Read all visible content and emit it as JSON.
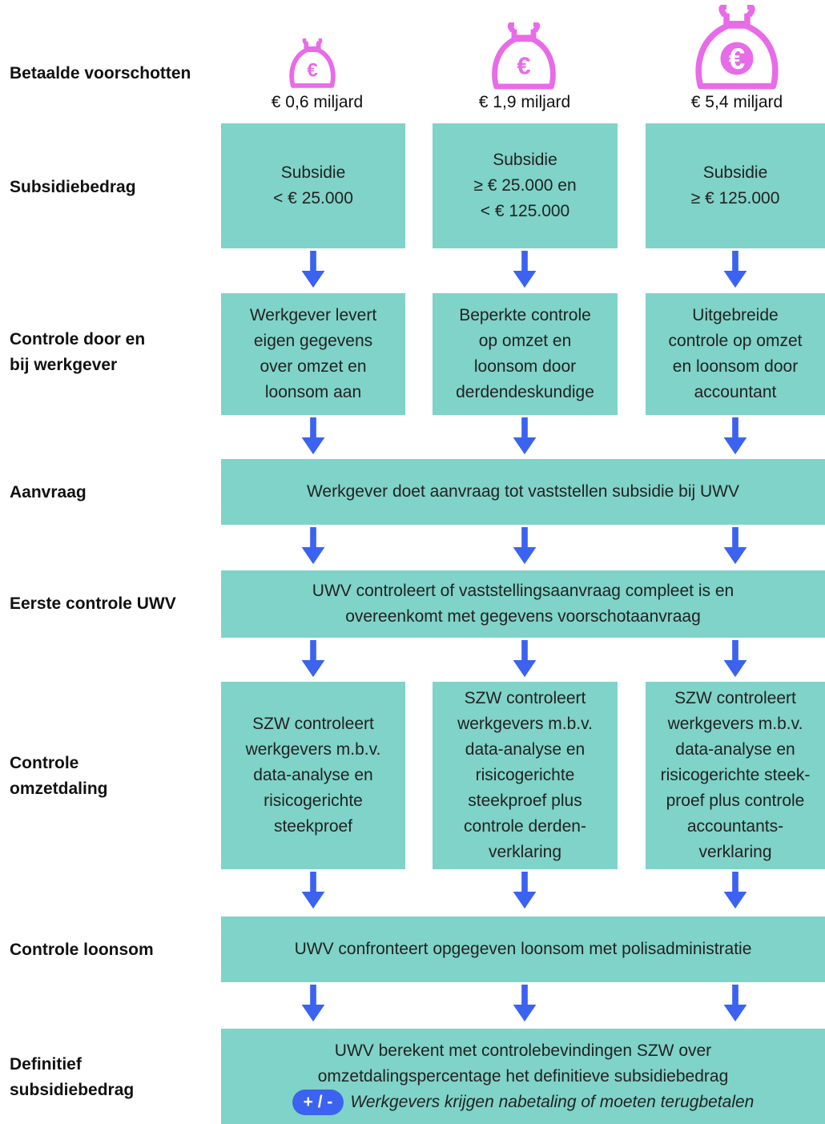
{
  "rows": {
    "voorschotten": "Betaalde voorschotten",
    "subsidiebedrag": "Subsidiebedrag",
    "controle_werkgever": "Controle door en\nbij werkgever",
    "aanvraag": "Aanvraag",
    "eerste_controle": "Eerste controle UWV",
    "controle_omzetdaling": "Controle\nomzetdaling",
    "controle_loonsom": "Controle loonsom",
    "definitief": "Definitief\nsubsidiebedrag"
  },
  "amounts": [
    "€ 0,6 miljard",
    "€ 1,9 miljard",
    "€ 5,4 miljard"
  ],
  "bag_symbol": "€",
  "bag_icon": "money-bag-icon",
  "subsidie": [
    "Subsidie\n< € 25.000",
    "Subsidie\n≥ € 25.000 en\n< € 125.000",
    "Subsidie\n≥ € 125.000"
  ],
  "controle_werkgever_boxes": [
    "Werkgever levert\neigen gegevens\nover omzet en\nloonsom aan",
    "Beperkte controle\nop omzet en\nloonsom door\nderdendeskundige",
    "Uitgebreide\ncontrole op omzet\nen loonsom door\naccountant"
  ],
  "aanvraag_box": "Werkgever doet aanvraag tot vaststellen subsidie bij UWV",
  "eerste_controle_box": "UWV controleert of vaststellingsaanvraag compleet is en\novereenkomt met gegevens voorschotaanvraag",
  "omzetdaling_boxes": [
    "SZW controleert\nwerkgevers m.b.v.\ndata-analyse en\nrisicogerichte\nsteekproef",
    "SZW controleert\nwerkgevers m.b.v.\ndata-analyse en\nrisicogerichte\nsteekproef plus\ncontrole derden-\nverklaring",
    "SZW controleert\nwerkgevers m.b.v.\ndata-analyse en\nrisicogerichte steek-\nproef plus controle\naccountants-\nverklaring"
  ],
  "loonsom_box": "UWV confronteert opgegeven loonsom met polisadministratie",
  "definitief_box": {
    "text": "UWV berekent met controlebevindingen SZW over\nomzetdalingspercentage het definitieve subsidiebedrag",
    "badge": "+ / -",
    "note": "Werkgevers krijgen nabetaling of moeten terugbetalen"
  },
  "colors": {
    "box": "#7fd3c8",
    "arrow": "#3b63f0",
    "bag": "#e86be8"
  }
}
